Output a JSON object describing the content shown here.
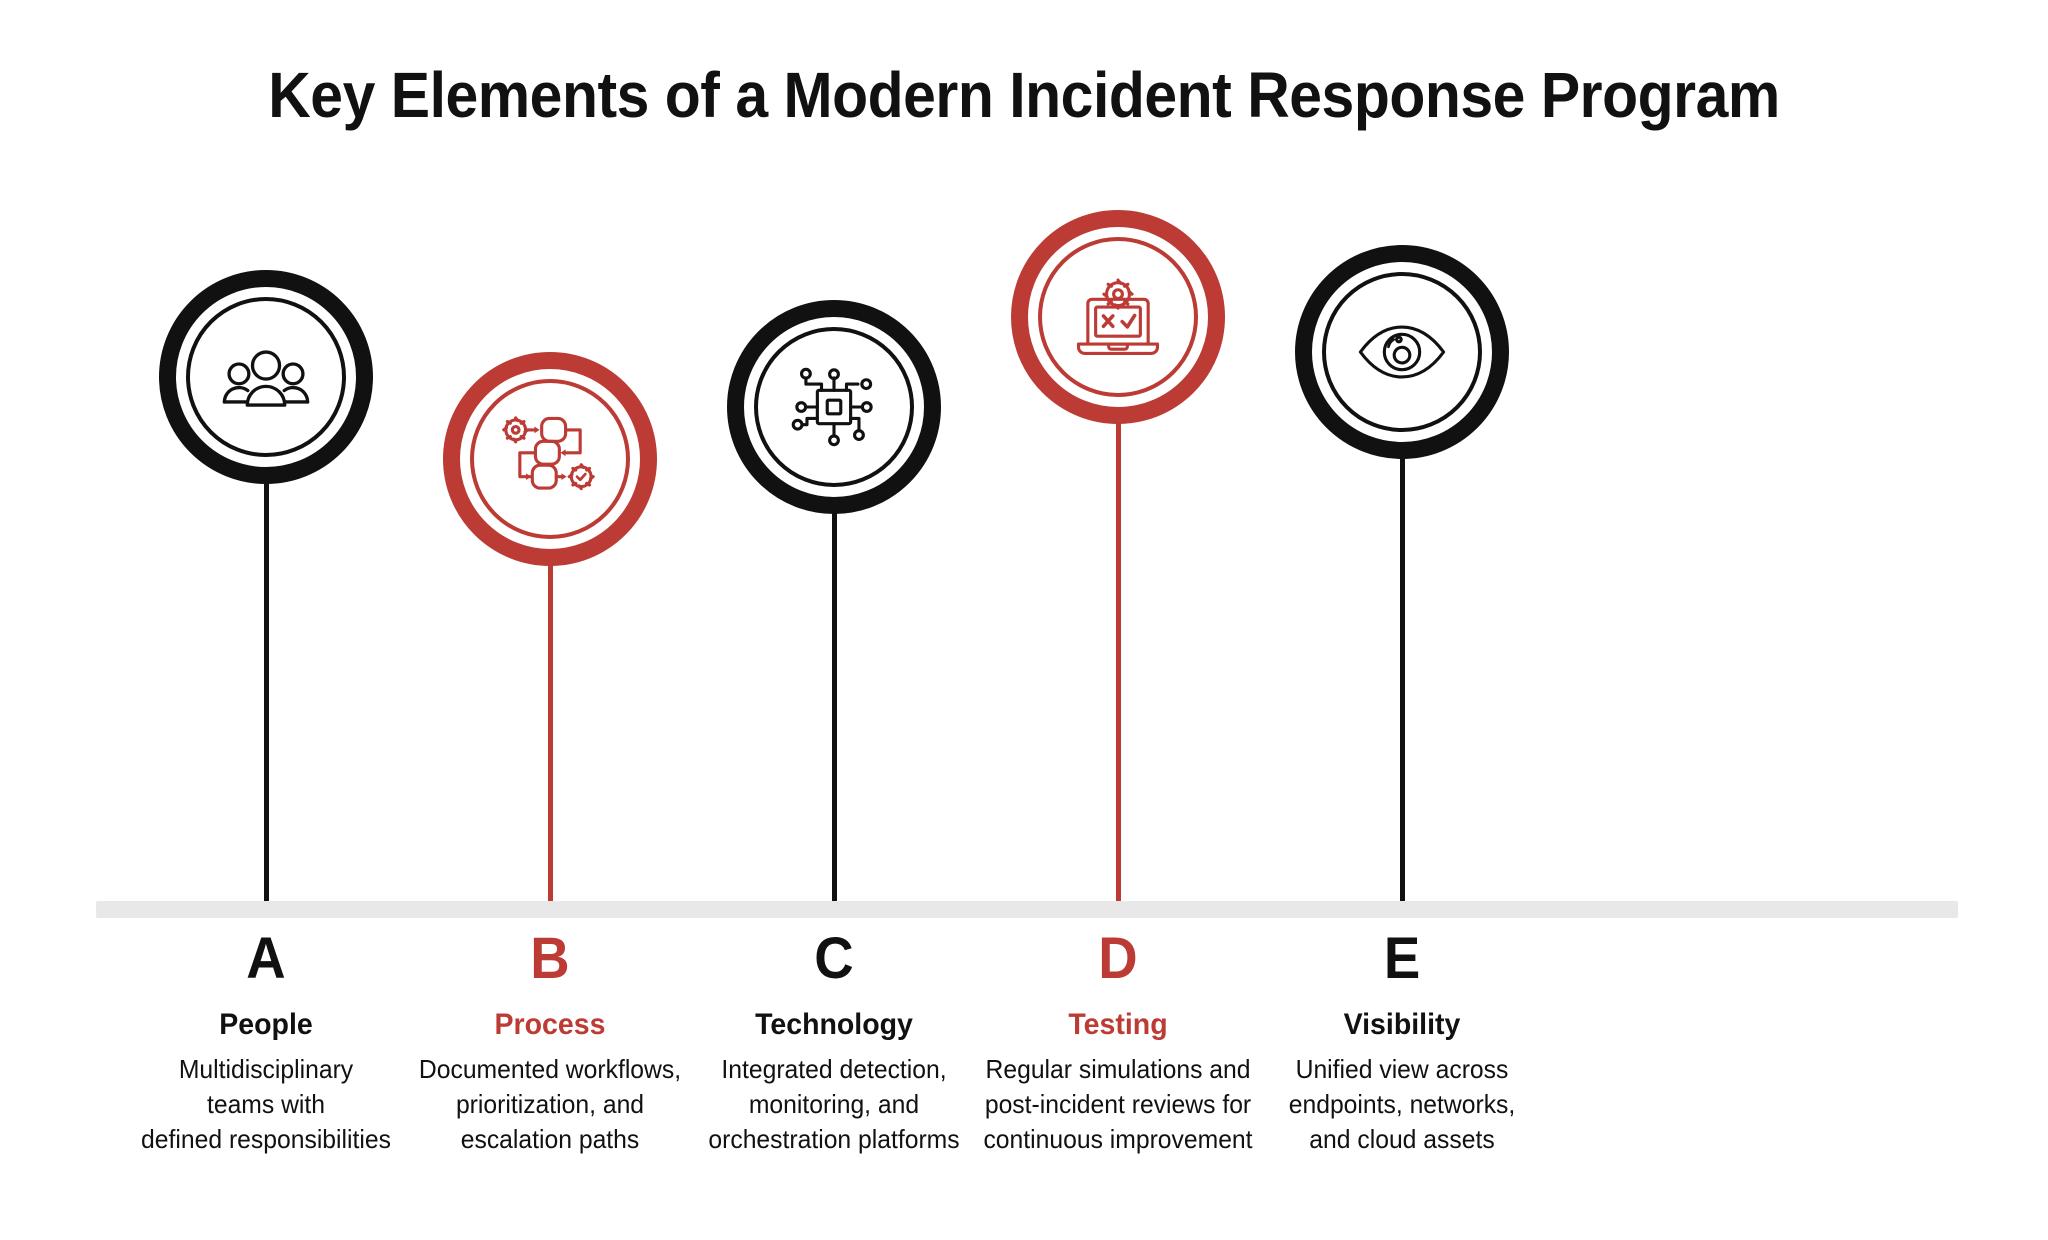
{
  "page": {
    "title": "Key Elements of a Modern Incident Response Program",
    "background_color": "#ffffff",
    "accent_red": "#bc3b35",
    "accent_black": "#111111",
    "baseline_color": "#e8e8e8"
  },
  "items": [
    {
      "letter": "A",
      "label": "People",
      "description": "Multidisciplinary\nteams with\ndefined responsibilities",
      "color": "#111111",
      "icon": "people-group-icon"
    },
    {
      "letter": "B",
      "label": "Process",
      "description": "Documented workflows,\nprioritization, and\nescalation paths",
      "color": "#bc3b35",
      "icon": "workflow-gears-icon"
    },
    {
      "letter": "C",
      "label": "Technology",
      "description": "Integrated detection,\nmonitoring, and\norchestration platforms",
      "color": "#111111",
      "icon": "microchip-circuit-icon"
    },
    {
      "letter": "D",
      "label": "Testing",
      "description": "Regular simulations and\npost-incident reviews for\ncontinuous improvement",
      "color": "#bc3b35",
      "icon": "laptop-gear-test-icon"
    },
    {
      "letter": "E",
      "label": "Visibility",
      "description": "Unified view across\nendpoints, networks,\nand cloud assets",
      "color": "#111111",
      "icon": "eye-icon"
    }
  ]
}
